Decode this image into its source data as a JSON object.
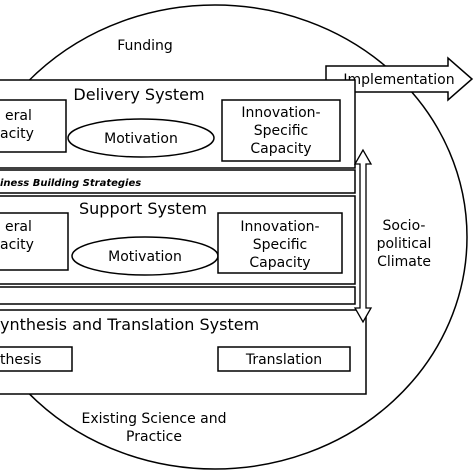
{
  "labels": {
    "funding": "Funding",
    "implementation": "Implementation",
    "delivery_system": "Delivery System",
    "delivery_general_line1": "eral",
    "delivery_general_line2": "acity",
    "delivery_motivation": "Motivation",
    "delivery_innovation_line1": "Innovation-",
    "delivery_innovation_line2": "Specific",
    "delivery_innovation_line3": "Capacity",
    "readiness_strategies": "iness Building Strategies",
    "support_system": "Support System",
    "support_general_line1": "eral",
    "support_general_line2": "acity",
    "support_motivation": "Motivation",
    "support_innovation_line1": "Innovation-",
    "support_innovation_line2": "Specific",
    "support_innovation_line3": "Capacity",
    "sociopolitical_line1": "Socio-",
    "sociopolitical_line2": "political",
    "sociopolitical_line3": "Climate",
    "synthesis_system": "ynthesis and Translation System",
    "synthesis": "thesis",
    "translation": "Translation",
    "existing_line1": "Existing Science and",
    "existing_line2": "Practice"
  }
}
